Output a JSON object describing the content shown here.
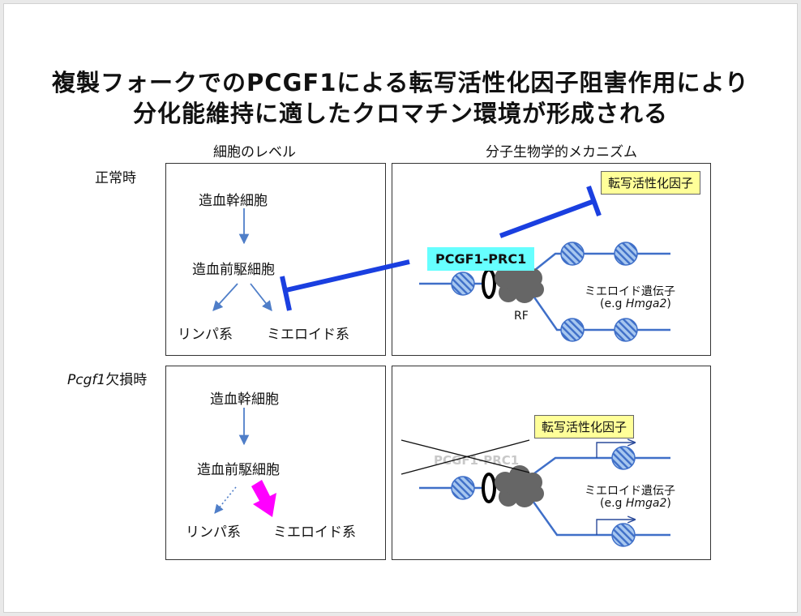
{
  "title": {
    "line1": "複製フォークでのPCGF1による転写活性化因子阻害作用により",
    "line2": "分化能維持に適したクロマチン環境が形成される"
  },
  "headers": {
    "cell_level": "細胞のレベル",
    "molecular": "分子生物学的メカニズム"
  },
  "rows": {
    "normal": "正常時",
    "knockout_gene": "Pcgf1",
    "knockout_suffix": "欠損時"
  },
  "cell_panel": {
    "hsc": "造血幹細胞",
    "progenitor": "造血前駆細胞",
    "lymphoid": "リンパ系",
    "myeloid": "ミエロイド系"
  },
  "mech_panel": {
    "tf": "転写活性化因子",
    "complex": "PCGF1-PRC1",
    "rf": "RF",
    "gene_label": "ミエロイド遺伝子",
    "gene_example_prefix": "(e.g ",
    "gene_example_name": "Hmga2",
    "gene_example_suffix": ")"
  },
  "colors": {
    "inhibition": "#1a3fe0",
    "arrow": "#4f7ec8",
    "magenta": "#ff00ff",
    "dna": "#3f6fc8",
    "nucleosome": "#a7c7ef",
    "tf_box": "#ffff99",
    "complex_box": "#66ffff",
    "rf_blob": "#666666"
  }
}
